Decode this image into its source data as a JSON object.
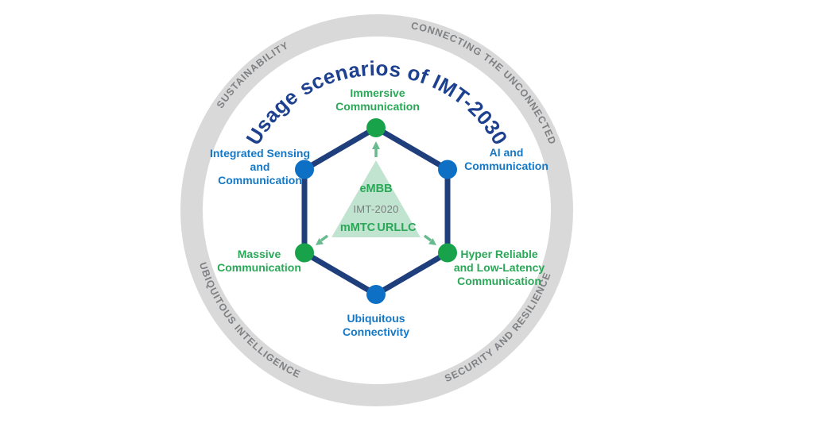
{
  "title": "Usage scenarios of IMT-2030",
  "ring_labels": {
    "top_left": "SUSTAINABILITY",
    "top_right": "CONNECTING THE UNCONNECTED",
    "bottom_left": "UBIQUITOUS INTELLIGENCE",
    "bottom_right": "SECURITY AND RESILIENCE"
  },
  "scenarios": {
    "immersive": {
      "lines": [
        "Immersive",
        "Communication"
      ]
    },
    "ai": {
      "lines": [
        "AI and",
        "Communication"
      ]
    },
    "hyper": {
      "lines": [
        "Hyper Reliable",
        "and Low-Latency",
        "Communication"
      ]
    },
    "ubiquitous": {
      "lines": [
        "Ubiquitous",
        "Connectivity"
      ]
    },
    "massive": {
      "lines": [
        "Massive",
        "Communication"
      ]
    },
    "integrated": {
      "lines": [
        "Integrated Sensing",
        "and",
        "Communication"
      ]
    }
  },
  "imt2020": {
    "top": "eMBB",
    "label": "IMT-2020",
    "bottom_left": "mMTC",
    "bottom_right": "URLLC"
  },
  "colors": {
    "ring": "#d9d9d9",
    "ring_text": "#7e8083",
    "title": "#1e418f",
    "hex_line": "#1f3e7c",
    "green_dot": "#18a34a",
    "blue_dot": "#0e70c4",
    "green_text": "#2aa757",
    "blue_text": "#1478c6",
    "triangle_fill": "#c0e4d0",
    "triangle_gray_text": "#7a7c7e",
    "arrow": "#67bb8f"
  }
}
